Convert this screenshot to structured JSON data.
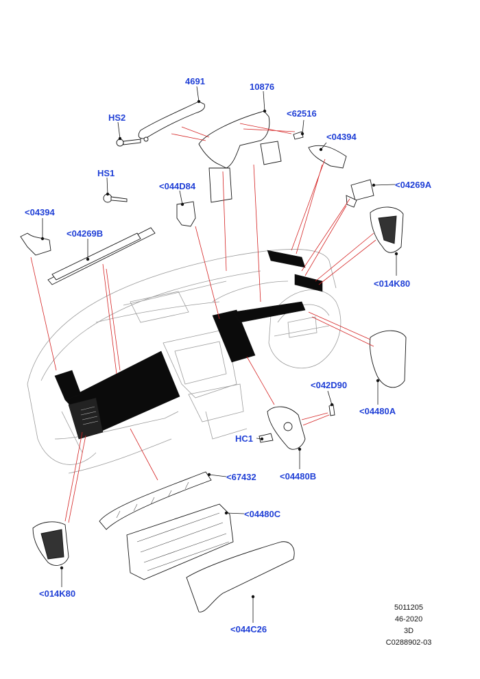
{
  "diagram": {
    "callouts": [
      {
        "id": "4691",
        "text": "4691"
      },
      {
        "id": "10876",
        "text": "10876"
      },
      {
        "id": "HS2",
        "text": "HS2"
      },
      {
        "id": "62516",
        "text": "<62516"
      },
      {
        "id": "04394-right",
        "text": "<04394"
      },
      {
        "id": "HS1",
        "text": "HS1"
      },
      {
        "id": "044D84",
        "text": "<044D84"
      },
      {
        "id": "04269A",
        "text": "<04269A"
      },
      {
        "id": "04394-left",
        "text": "<04394"
      },
      {
        "id": "04269B",
        "text": "<04269B"
      },
      {
        "id": "014K80-right",
        "text": "<014K80"
      },
      {
        "id": "042D90",
        "text": "<042D90"
      },
      {
        "id": "04480A",
        "text": "<04480A"
      },
      {
        "id": "HC1",
        "text": "HC1"
      },
      {
        "id": "04480B",
        "text": "<04480B"
      },
      {
        "id": "67432",
        "text": "<67432"
      },
      {
        "id": "04480C",
        "text": "<04480C"
      },
      {
        "id": "014K80-left",
        "text": "<014K80"
      },
      {
        "id": "044C26",
        "text": "<044C26"
      }
    ],
    "footer": {
      "code1": "5011205",
      "code2": "46-2020",
      "code3": "3D",
      "code4": "C0288902-03"
    },
    "colors": {
      "callout": "#1f3fd6",
      "leader": "#d42020",
      "line": "#111111"
    }
  }
}
